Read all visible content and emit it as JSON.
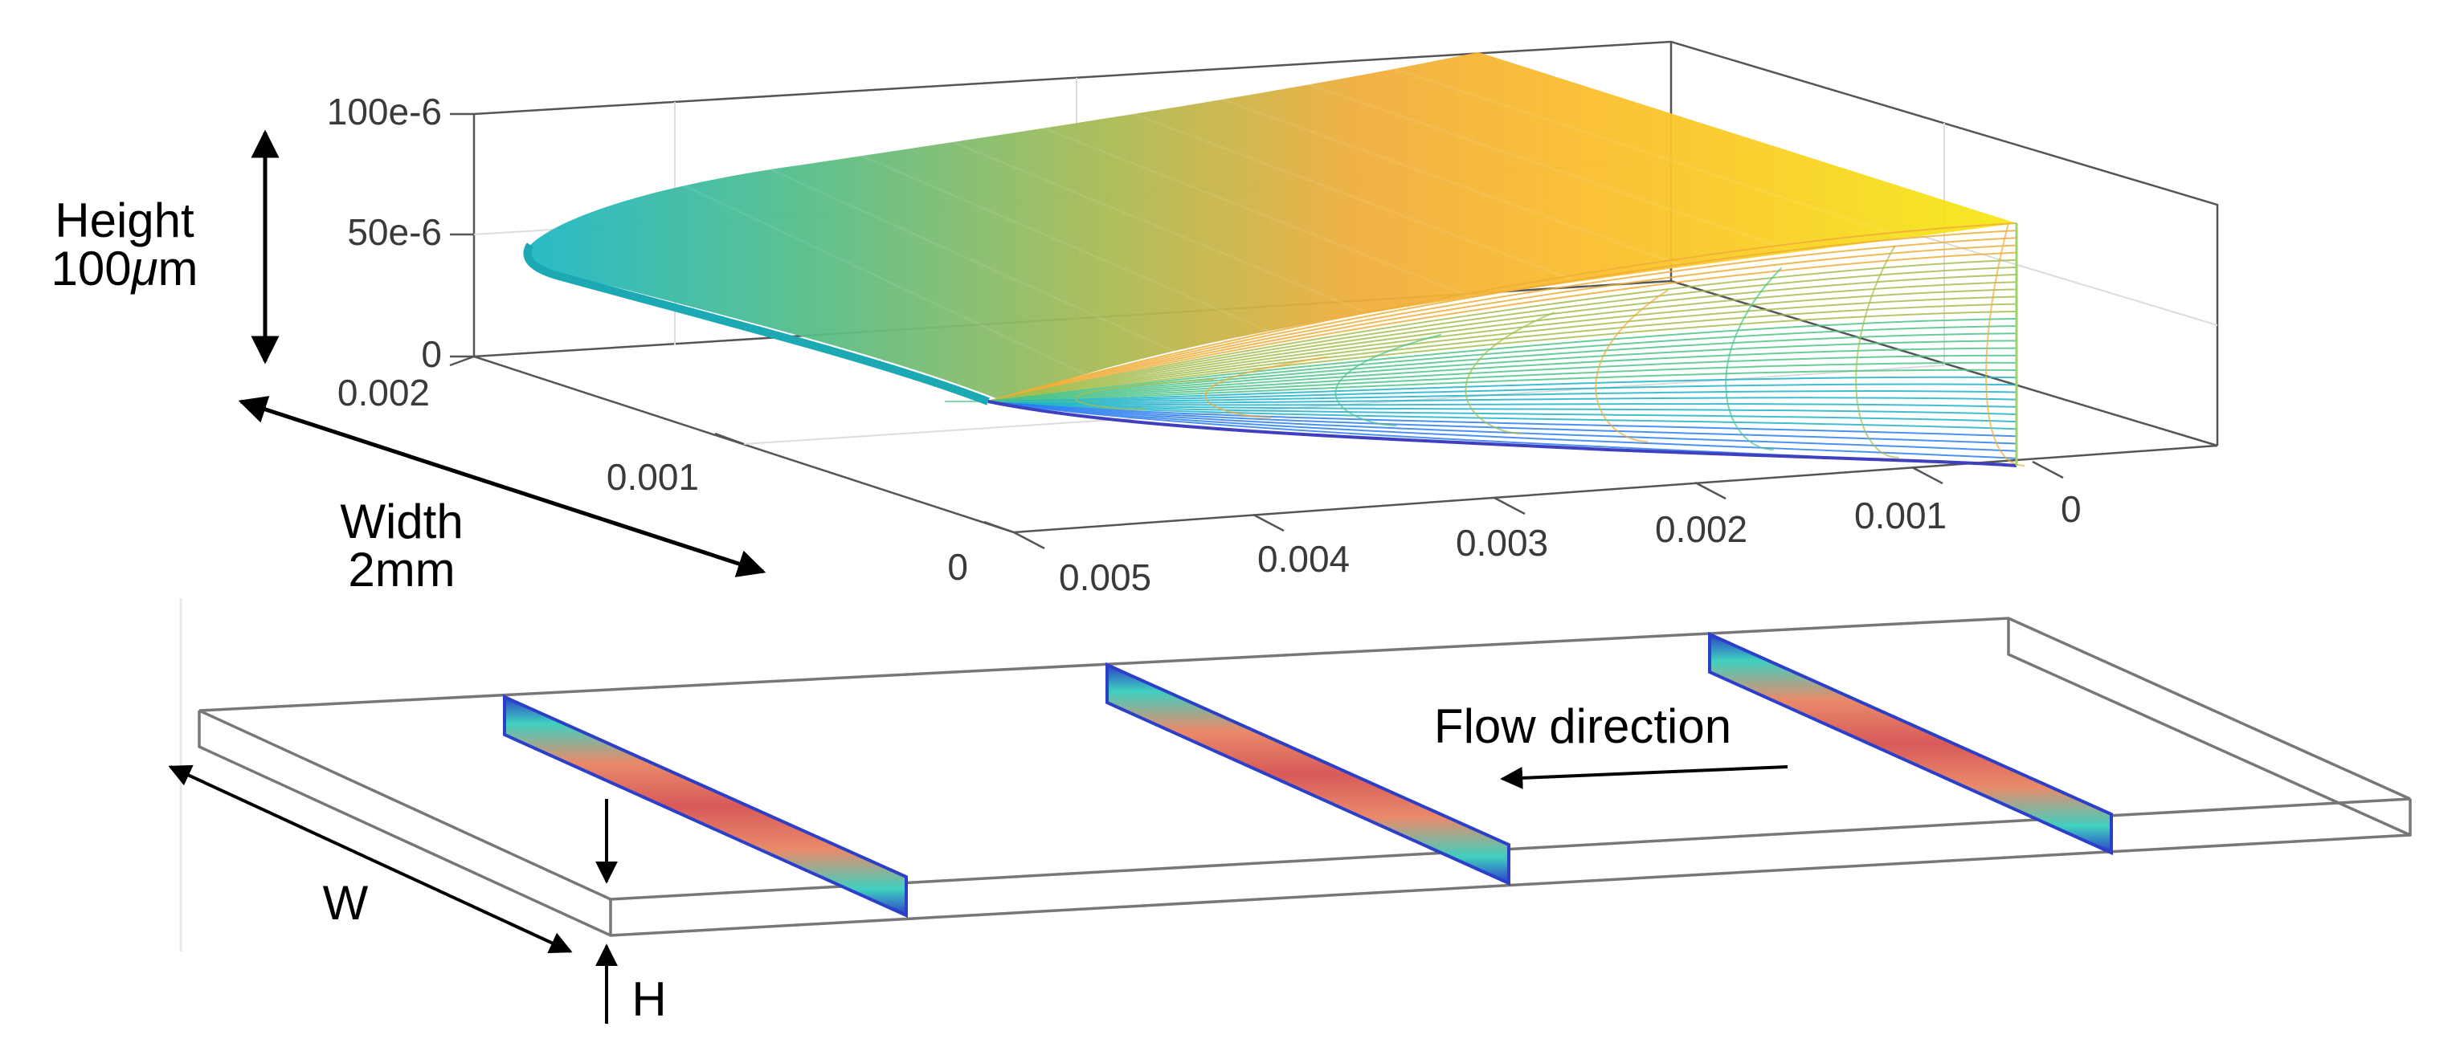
{
  "plot3d": {
    "z_ticks": [
      "100e-6",
      "50e-6",
      "0"
    ],
    "y_ticks": [
      "0.002",
      "0.001",
      "0"
    ],
    "x_ticks": [
      "0.005",
      "0.004",
      "0.003",
      "0.002",
      "0.001",
      "0"
    ],
    "colormap": [
      "#3e26a8",
      "#2a7ef0",
      "#1fb3c9",
      "#4dc38a",
      "#a5be50",
      "#f0ad3a",
      "#fcc22e",
      "#f9fb15"
    ],
    "z_range": [
      0,
      0.0001
    ],
    "y_range": [
      0,
      0.002
    ],
    "x_range": [
      0,
      0.005
    ]
  },
  "annotations": {
    "height_line1": "Height",
    "height_line2": "100",
    "height_mu": "μ",
    "height_unit": "m",
    "width_line1": "Width",
    "width_line2": "2mm",
    "flow_direction": "Flow direction",
    "w_label": "W",
    "h_label": "H"
  },
  "channel": {
    "cross_section_count": 3,
    "cross_section_colors": [
      "#2b3fc8",
      "#3fd0c0",
      "#e98b6a",
      "#d95c5c"
    ]
  }
}
